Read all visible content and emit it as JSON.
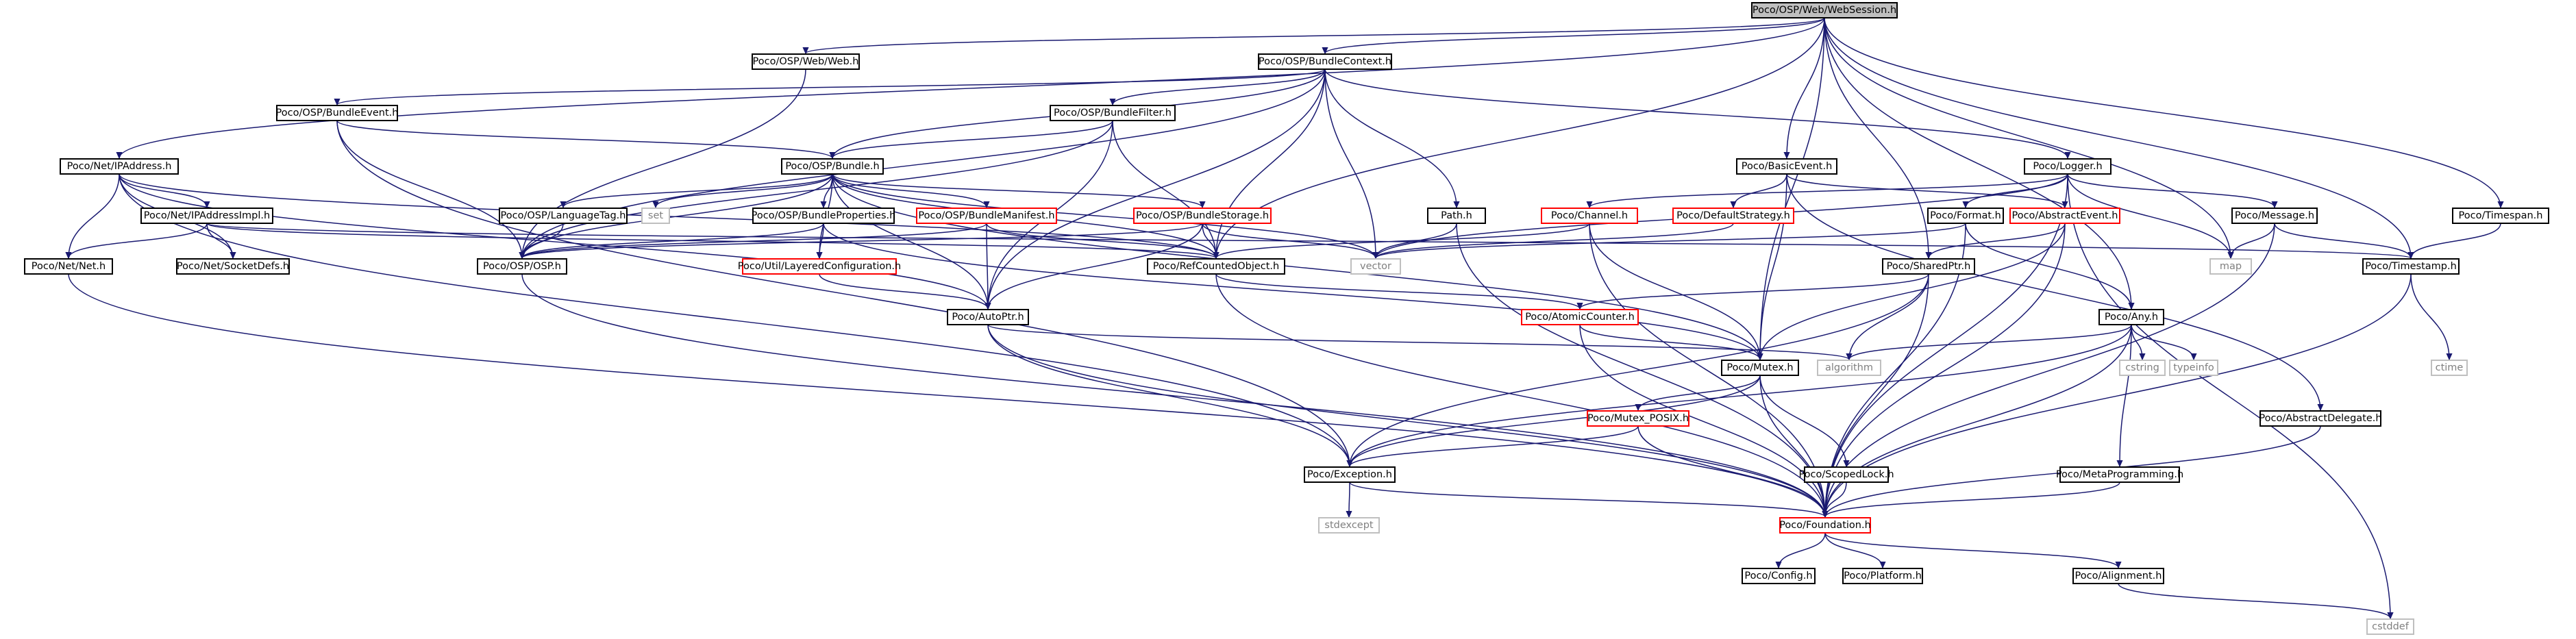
{
  "colors": {
    "edge": "#191970",
    "node_border": "#000000",
    "node_red": "#ff0000",
    "node_grey": "#bfbfbf",
    "root_fill": "#bfbfbf",
    "text": "#000000",
    "grey_text": "#808080"
  },
  "nodes": [
    {
      "id": "n0",
      "label": "Poco/OSP/Web/WebSession.h",
      "style": "root"
    },
    {
      "id": "n1",
      "label": "Poco/OSP/Web/Web.h",
      "style": "normal"
    },
    {
      "id": "n2",
      "label": "Poco/OSP/BundleContext.h",
      "style": "normal"
    },
    {
      "id": "n3",
      "label": "Poco/OSP/BundleEvent.h",
      "style": "normal"
    },
    {
      "id": "n4",
      "label": "Poco/OSP/BundleFilter.h",
      "style": "normal"
    },
    {
      "id": "n5",
      "label": "Poco/Net/IPAddress.h",
      "style": "normal"
    },
    {
      "id": "n6",
      "label": "Poco/OSP/Bundle.h",
      "style": "normal"
    },
    {
      "id": "n7",
      "label": "Poco/BasicEvent.h",
      "style": "normal"
    },
    {
      "id": "n8",
      "label": "Poco/Logger.h",
      "style": "normal"
    },
    {
      "id": "n9",
      "label": "Poco/Timespan.h",
      "style": "normal"
    },
    {
      "id": "n10",
      "label": "Poco/Net/IPAddressImpl.h",
      "style": "normal"
    },
    {
      "id": "n11",
      "label": "Poco/Net/Net.h",
      "style": "normal"
    },
    {
      "id": "n12",
      "label": "Poco/Net/SocketDefs.h",
      "style": "normal"
    },
    {
      "id": "n13",
      "label": "Poco/OSP/LanguageTag.h",
      "style": "normal"
    },
    {
      "id": "n14",
      "label": "set",
      "style": "grey"
    },
    {
      "id": "n15",
      "label": "Poco/OSP/BundleProperties.h",
      "style": "normal"
    },
    {
      "id": "n16",
      "label": "Poco/OSP/BundleManifest.h",
      "style": "red"
    },
    {
      "id": "n17",
      "label": "Poco/OSP/BundleStorage.h",
      "style": "red"
    },
    {
      "id": "n18",
      "label": "Path.h",
      "style": "normal"
    },
    {
      "id": "n19",
      "label": "Poco/Channel.h",
      "style": "red"
    },
    {
      "id": "n20",
      "label": "Poco/DefaultStrategy.h",
      "style": "red"
    },
    {
      "id": "n21",
      "label": "Poco/AbstractEvent.h",
      "style": "red"
    },
    {
      "id": "n22",
      "label": "Poco/Format.h",
      "style": "normal"
    },
    {
      "id": "n23",
      "label": "Poco/Message.h",
      "style": "normal"
    },
    {
      "id": "n24",
      "label": "Poco/OSP/OSP.h",
      "style": "normal"
    },
    {
      "id": "n25",
      "label": "Poco/Util/LayeredConfiguration.h",
      "style": "red"
    },
    {
      "id": "n26",
      "label": "Poco/RefCountedObject.h",
      "style": "normal"
    },
    {
      "id": "n27",
      "label": "vector",
      "style": "grey"
    },
    {
      "id": "n28",
      "label": "Poco/SharedPtr.h",
      "style": "normal"
    },
    {
      "id": "n29",
      "label": "map",
      "style": "grey"
    },
    {
      "id": "n30",
      "label": "Poco/Timestamp.h",
      "style": "normal"
    },
    {
      "id": "n31",
      "label": "Poco/AutoPtr.h",
      "style": "normal"
    },
    {
      "id": "n32",
      "label": "Poco/AtomicCounter.h",
      "style": "red"
    },
    {
      "id": "n33",
      "label": "Poco/Any.h",
      "style": "normal"
    },
    {
      "id": "n34",
      "label": "ctime",
      "style": "grey"
    },
    {
      "id": "n35",
      "label": "algorithm",
      "style": "grey"
    },
    {
      "id": "n36",
      "label": "Poco/Mutex.h",
      "style": "normal"
    },
    {
      "id": "n37",
      "label": "cstring",
      "style": "grey"
    },
    {
      "id": "n38",
      "label": "typeinfo",
      "style": "grey"
    },
    {
      "id": "n39",
      "label": "Poco/Mutex_POSIX.h",
      "style": "red"
    },
    {
      "id": "n40",
      "label": "Poco/AbstractDelegate.h",
      "style": "normal"
    },
    {
      "id": "n41",
      "label": "Poco/Exception.h",
      "style": "normal"
    },
    {
      "id": "n42",
      "label": "Poco/ScopedLock.h",
      "style": "normal"
    },
    {
      "id": "n43",
      "label": "Poco/MetaProgramming.h",
      "style": "normal"
    },
    {
      "id": "n44",
      "label": "stdexcept",
      "style": "grey"
    },
    {
      "id": "n45",
      "label": "Poco/Foundation.h",
      "style": "red"
    },
    {
      "id": "n46",
      "label": "Poco/Config.h",
      "style": "normal"
    },
    {
      "id": "n47",
      "label": "Poco/Platform.h",
      "style": "normal"
    },
    {
      "id": "n48",
      "label": "Poco/Alignment.h",
      "style": "normal"
    },
    {
      "id": "n49",
      "label": "cstddef",
      "style": "grey"
    }
  ],
  "edges": [
    [
      "n0",
      "n1"
    ],
    [
      "n0",
      "n2"
    ],
    [
      "n0",
      "n5"
    ],
    [
      "n0",
      "n7"
    ],
    [
      "n0",
      "n9"
    ],
    [
      "n0",
      "n26"
    ],
    [
      "n0",
      "n28"
    ],
    [
      "n0",
      "n29"
    ],
    [
      "n0",
      "n30"
    ],
    [
      "n0",
      "n33"
    ],
    [
      "n0",
      "n36"
    ],
    [
      "n1",
      "n24"
    ],
    [
      "n2",
      "n3"
    ],
    [
      "n2",
      "n4"
    ],
    [
      "n2",
      "n6"
    ],
    [
      "n2",
      "n8"
    ],
    [
      "n2",
      "n18"
    ],
    [
      "n2",
      "n24"
    ],
    [
      "n2",
      "n26"
    ],
    [
      "n2",
      "n27"
    ],
    [
      "n2",
      "n31"
    ],
    [
      "n3",
      "n6"
    ],
    [
      "n3",
      "n24"
    ],
    [
      "n3",
      "n41"
    ],
    [
      "n4",
      "n6"
    ],
    [
      "n4",
      "n24"
    ],
    [
      "n4",
      "n26"
    ],
    [
      "n4",
      "n31"
    ],
    [
      "n5",
      "n10"
    ],
    [
      "n5",
      "n11"
    ],
    [
      "n5",
      "n12"
    ],
    [
      "n5",
      "n26"
    ],
    [
      "n5",
      "n31"
    ],
    [
      "n5",
      "n41"
    ],
    [
      "n6",
      "n13"
    ],
    [
      "n6",
      "n14"
    ],
    [
      "n6",
      "n15"
    ],
    [
      "n6",
      "n16"
    ],
    [
      "n6",
      "n17"
    ],
    [
      "n6",
      "n24"
    ],
    [
      "n6",
      "n25"
    ],
    [
      "n6",
      "n26"
    ],
    [
      "n6",
      "n27"
    ],
    [
      "n6",
      "n31"
    ],
    [
      "n6",
      "n36"
    ],
    [
      "n7",
      "n21"
    ],
    [
      "n7",
      "n20"
    ],
    [
      "n7",
      "n36"
    ],
    [
      "n8",
      "n19"
    ],
    [
      "n8",
      "n22"
    ],
    [
      "n8",
      "n23"
    ],
    [
      "n8",
      "n29"
    ],
    [
      "n8",
      "n27"
    ],
    [
      "n8",
      "n45"
    ],
    [
      "n8",
      "n49"
    ],
    [
      "n9",
      "n30"
    ],
    [
      "n10",
      "n11"
    ],
    [
      "n10",
      "n12"
    ],
    [
      "n10",
      "n26"
    ],
    [
      "n10",
      "n30"
    ],
    [
      "n11",
      "n45"
    ],
    [
      "n13",
      "n24"
    ],
    [
      "n15",
      "n24"
    ],
    [
      "n15",
      "n25"
    ],
    [
      "n15",
      "n36"
    ],
    [
      "n16",
      "n24"
    ],
    [
      "n16",
      "n26"
    ],
    [
      "n16",
      "n31"
    ],
    [
      "n17",
      "n24"
    ],
    [
      "n17",
      "n26"
    ],
    [
      "n17",
      "n27"
    ],
    [
      "n17",
      "n31"
    ],
    [
      "n18",
      "n27"
    ],
    [
      "n18",
      "n45"
    ],
    [
      "n19",
      "n26"
    ],
    [
      "n19",
      "n36"
    ],
    [
      "n19",
      "n45"
    ],
    [
      "n20",
      "n27"
    ],
    [
      "n21",
      "n28"
    ],
    [
      "n21",
      "n36"
    ],
    [
      "n21",
      "n45"
    ],
    [
      "n22",
      "n27"
    ],
    [
      "n22",
      "n33"
    ],
    [
      "n22",
      "n45"
    ],
    [
      "n23",
      "n29"
    ],
    [
      "n23",
      "n30"
    ],
    [
      "n23",
      "n45"
    ],
    [
      "n24",
      "n45"
    ],
    [
      "n25",
      "n31"
    ],
    [
      "n26",
      "n32"
    ],
    [
      "n26",
      "n45"
    ],
    [
      "n28",
      "n32"
    ],
    [
      "n28",
      "n35"
    ],
    [
      "n28",
      "n41"
    ],
    [
      "n28",
      "n45"
    ],
    [
      "n30",
      "n34"
    ],
    [
      "n30",
      "n45"
    ],
    [
      "n31",
      "n35"
    ],
    [
      "n31",
      "n41"
    ],
    [
      "n31",
      "n45"
    ],
    [
      "n32",
      "n36"
    ],
    [
      "n32",
      "n45"
    ],
    [
      "n33",
      "n35"
    ],
    [
      "n33",
      "n37"
    ],
    [
      "n33",
      "n38"
    ],
    [
      "n33",
      "n41"
    ],
    [
      "n33",
      "n43"
    ],
    [
      "n33",
      "n45"
    ],
    [
      "n36",
      "n39"
    ],
    [
      "n36",
      "n41"
    ],
    [
      "n36",
      "n42"
    ],
    [
      "n36",
      "n45"
    ],
    [
      "n39",
      "n41"
    ],
    [
      "n39",
      "n45"
    ],
    [
      "n40",
      "n45"
    ],
    [
      "n41",
      "n44"
    ],
    [
      "n41",
      "n45"
    ],
    [
      "n42",
      "n45"
    ],
    [
      "n43",
      "n45"
    ],
    [
      "n45",
      "n46"
    ],
    [
      "n45",
      "n47"
    ],
    [
      "n45",
      "n48"
    ],
    [
      "n48",
      "n49"
    ],
    [
      "n7",
      "n40"
    ]
  ]
}
